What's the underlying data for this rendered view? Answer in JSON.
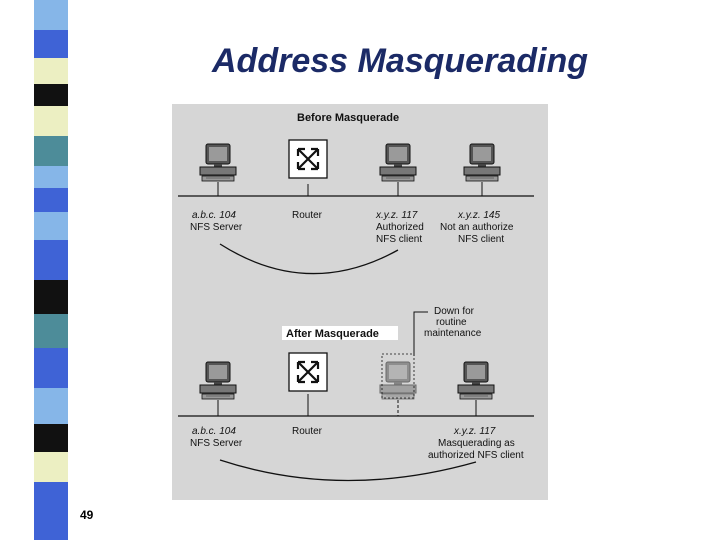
{
  "slide": {
    "title": "Address Masquerading",
    "page_number": "49"
  },
  "diagram": {
    "before": {
      "heading": "Before Masquerade",
      "nodes": [
        {
          "addr": "a.b.c. 104",
          "role": "NFS Server"
        },
        {
          "addr": "",
          "role": "Router"
        },
        {
          "addr": "x.y.z. 117",
          "role": "Authorized",
          "role2": "NFS client"
        },
        {
          "addr": "x.y.z. 145",
          "role": "Not an authorize",
          "role2": "NFS client"
        }
      ]
    },
    "maintenance_note": [
      "Down for",
      "routine",
      "maintenance"
    ],
    "after": {
      "heading": "After Masquerade",
      "nodes": [
        {
          "addr": "a.b.c. 104",
          "role": "NFS Server"
        },
        {
          "addr": "",
          "role": "Router"
        },
        {
          "addr": "x.y.z. 117",
          "role": "Masquerading as",
          "role2": "authorized NFS client"
        }
      ]
    }
  },
  "colors": {
    "title": "#1b2a66",
    "stripe_blue": "#3f63d6",
    "stripe_light_blue": "#86b6e8",
    "stripe_teal": "#4d8c99",
    "stripe_black": "#111111",
    "stripe_cream": "#ecefc2",
    "scan_bg": "#d6d6d6"
  }
}
